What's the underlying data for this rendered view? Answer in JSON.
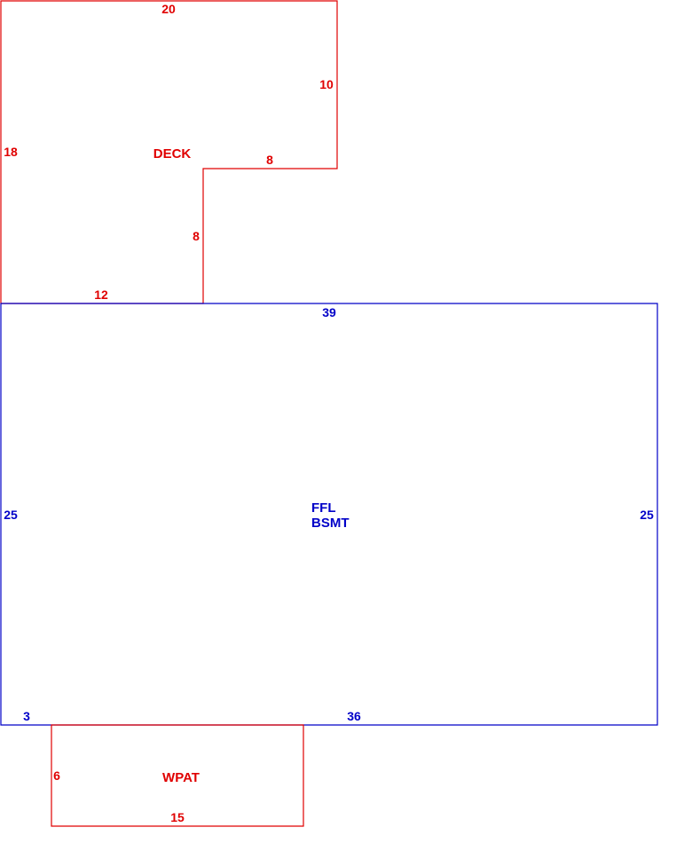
{
  "colors": {
    "deck": "#e00000",
    "house": "#0000c8",
    "patio": "#e00000"
  },
  "deck": {
    "name": "DECK",
    "dims": {
      "top": "20",
      "right_upper": "10",
      "step_horizontal": "8",
      "step_vertical": "8",
      "left": "18",
      "bottom": "12"
    }
  },
  "house": {
    "name_line1": "FFL",
    "name_line2": "BSMT",
    "dims": {
      "top": "39",
      "left": "25",
      "right": "25",
      "bottom_left": "3",
      "bottom_right": "36"
    }
  },
  "patio": {
    "name": "WPAT",
    "dims": {
      "left": "6",
      "bottom": "15"
    }
  }
}
